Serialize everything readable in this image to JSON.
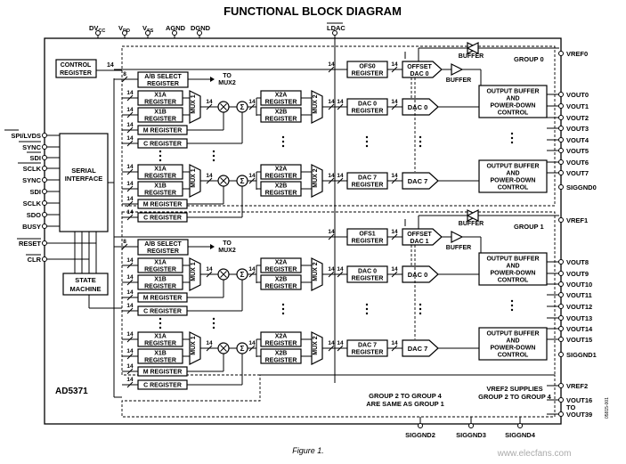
{
  "title": "FUNCTIONAL BLOCK DIAGRAM",
  "caption": "Figure 1.",
  "figure_code": "05815-001",
  "watermark": "www.elecfans.com",
  "chip_name": "AD5371",
  "top_pins": {
    "dvcc": "DV",
    "dvcc_sub": "CC",
    "vdd": "V",
    "vdd_sub": "DD",
    "vss": "V",
    "vss_sub": "SS",
    "agnd": "AGND",
    "dgnd": "DGND",
    "ldac": "LDAC"
  },
  "left_pins": {
    "spi_lvds": "SPI/LVDS",
    "sync": "SYNC",
    "sdi": "SDI",
    "sclk": "SCLK",
    "sync_b": "SYNC",
    "sdi_b": "SDI",
    "sclk_b": "SCLK",
    "sdo": "SDO",
    "busy": "BUSY",
    "reset": "RESET",
    "clr": "CLR"
  },
  "blocks": {
    "control_register": "CONTROL\nREGISTER",
    "serial_interface": "SERIAL\nINTERFACE",
    "state_machine": "STATE\nMACHINE",
    "ab_select": "A/B SELECT\nREGISTER",
    "to_mux2": "TO\nMUX2",
    "x1a": "X1A\nREGISTER",
    "x1b": "X1B\nREGISTER",
    "m_register": "M REGISTER",
    "c_register": "C REGISTER",
    "x2a": "X2A\nREGISTER",
    "x2b": "X2B\nREGISTER",
    "mux1": "MUX 1",
    "mux2": "MUX 2",
    "ofs0": "OFS0\nREGISTER",
    "ofs1": "OFS1\nREGISTER",
    "offset_dac0": "OFFSET\nDAC 0",
    "offset_dac1": "OFFSET\nDAC 1",
    "buffer": "BUFFER",
    "dac0_reg": "DAC 0\nREGISTER",
    "dac7_reg": "DAC 7\nREGISTER",
    "dac0": "DAC 0",
    "dac7": "DAC 7",
    "output_buffer": "OUTPUT BUFFER\nAND\nPOWER-DOWN\nCONTROL",
    "group0": "GROUP 0",
    "group1": "GROUP 1",
    "group_note": "GROUP 2 TO GROUP 4\nARE SAME AS GROUP 1",
    "vref2_note": "VREF2 SUPPLIES\nGROUP 2 TO GROUP 4"
  },
  "bus_labels": {
    "b14": "14",
    "b8": "8"
  },
  "right_pins_g0": [
    "VREF0",
    "VOUT0",
    "VOUT1",
    "VOUT2",
    "VOUT3",
    "VOUT4",
    "VOUT5",
    "VOUT6",
    "VOUT7",
    "SIGGND0"
  ],
  "right_pins_g1": [
    "VREF1",
    "VOUT8",
    "VOUT9",
    "VOUT10",
    "VOUT11",
    "VOUT12",
    "VOUT13",
    "VOUT14",
    "VOUT15",
    "SIGGND1"
  ],
  "right_pins_g2": [
    "VREF2",
    "VOUT16",
    "TO",
    "VOUT39"
  ],
  "bottom_pins": [
    "SIGGND2",
    "SIGGND3",
    "SIGGND4"
  ]
}
